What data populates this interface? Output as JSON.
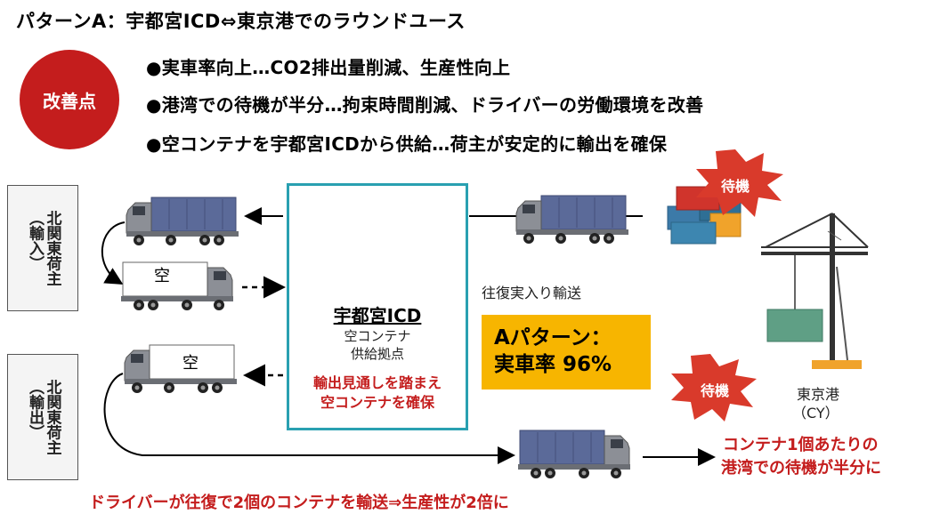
{
  "title": "パターンA：宇都宮ICD⇔東京港でのラウンドユース",
  "badge": "改善点",
  "bullets": [
    "●実車率向上…CO2排出量削減、生産性向上",
    "●港湾での待機が半分…拘束時間削減、ドライバーの労働環境を改善",
    "●空コンテナを宇都宮ICDから供給…荷主が安定的に輸出を確保"
  ],
  "shipper_import": "北関東荷主\n（輸入）",
  "shipper_export": "北関東荷主\n（輸出）",
  "empty_mark": "空",
  "icd": {
    "name": "宇都宮ICD",
    "sub1": "空コンテナ",
    "sub2": "供給拠点",
    "note1": "輸出見通しを踏まえ",
    "note2": "空コンテナを確保"
  },
  "round_trip_label": "往復実入り輸送",
  "pattern": {
    "line1": "Aパターン：",
    "line2": "実車率 96%"
  },
  "waiting_label": "待機",
  "port": {
    "name": "東京港",
    "sub": "（CY）"
  },
  "port_note": {
    "line1": "コンテナ1個あたりの",
    "line2": "港湾での待機が半分に"
  },
  "footer": "ドライバーが往復で2個のコンテナを輸送⇒生産性が2倍に",
  "colors": {
    "red": "#c41d1d",
    "teal": "#29a0b1",
    "gold": "#f7b500",
    "truck_body": "#5b6a99",
    "burst": "#d93a2b"
  }
}
